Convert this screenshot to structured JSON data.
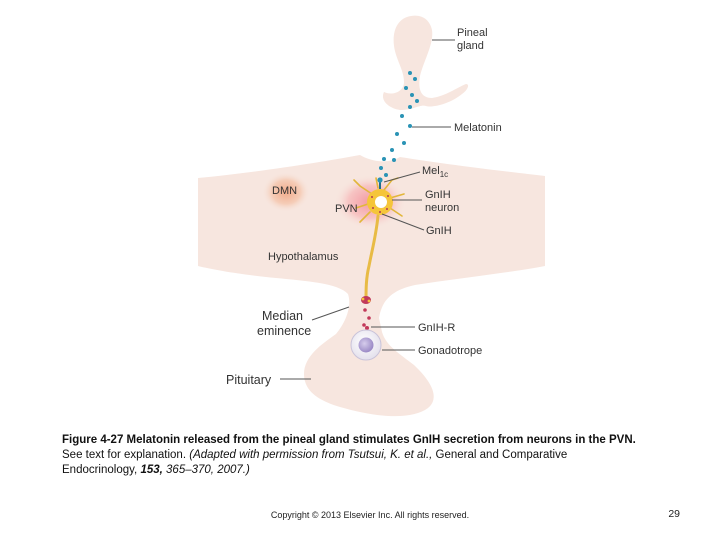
{
  "labels": {
    "pineal_line1": "Pineal",
    "pineal_line2": "gland",
    "melatonin": "Melatonin",
    "mel_receptor": "Mel",
    "mel_receptor_sub": "1c",
    "dmn": "DMN",
    "pvn": "PVN",
    "gnih_neuron_line1": "GnIH",
    "gnih_neuron_line2": "neuron",
    "gnih": "GnIH",
    "hypothalamus": "Hypothalamus",
    "median_line1": "Median",
    "median_line2": "eminence",
    "gnih_r": "GnIH-R",
    "gonadotrope": "Gonadotrope",
    "pituitary": "Pituitary"
  },
  "caption": {
    "figure_bold": "Figure 4-27 Melatonin released from the pineal gland stimulates GnIH secretion from neurons in the PVN.",
    "text_plain": "See text for explanation.",
    "text_italic": "(Adapted with permission from Tsutsui, K. et al.,",
    "journal": "General and Comparative",
    "journal_line2": "Endocrinology,",
    "volume_italic": "153,",
    "pages_italic": "365–370, 2007.)"
  },
  "footer": {
    "copyright": "Copyright © 2013 Elsevier Inc. All rights reserved.",
    "page_number": "29"
  },
  "colors": {
    "tissue": "#f7e6df",
    "melatonin_dot": "#2a93b5",
    "gnih_dot": "#c23a5a",
    "neuron_body": "#f5c53b",
    "neuron_axon": "#ecc04a",
    "gonadotrope_nucleus": "#a99ad0",
    "dmn_glow": "#f2b79c",
    "pvn_glow": "#f6b4b8"
  }
}
